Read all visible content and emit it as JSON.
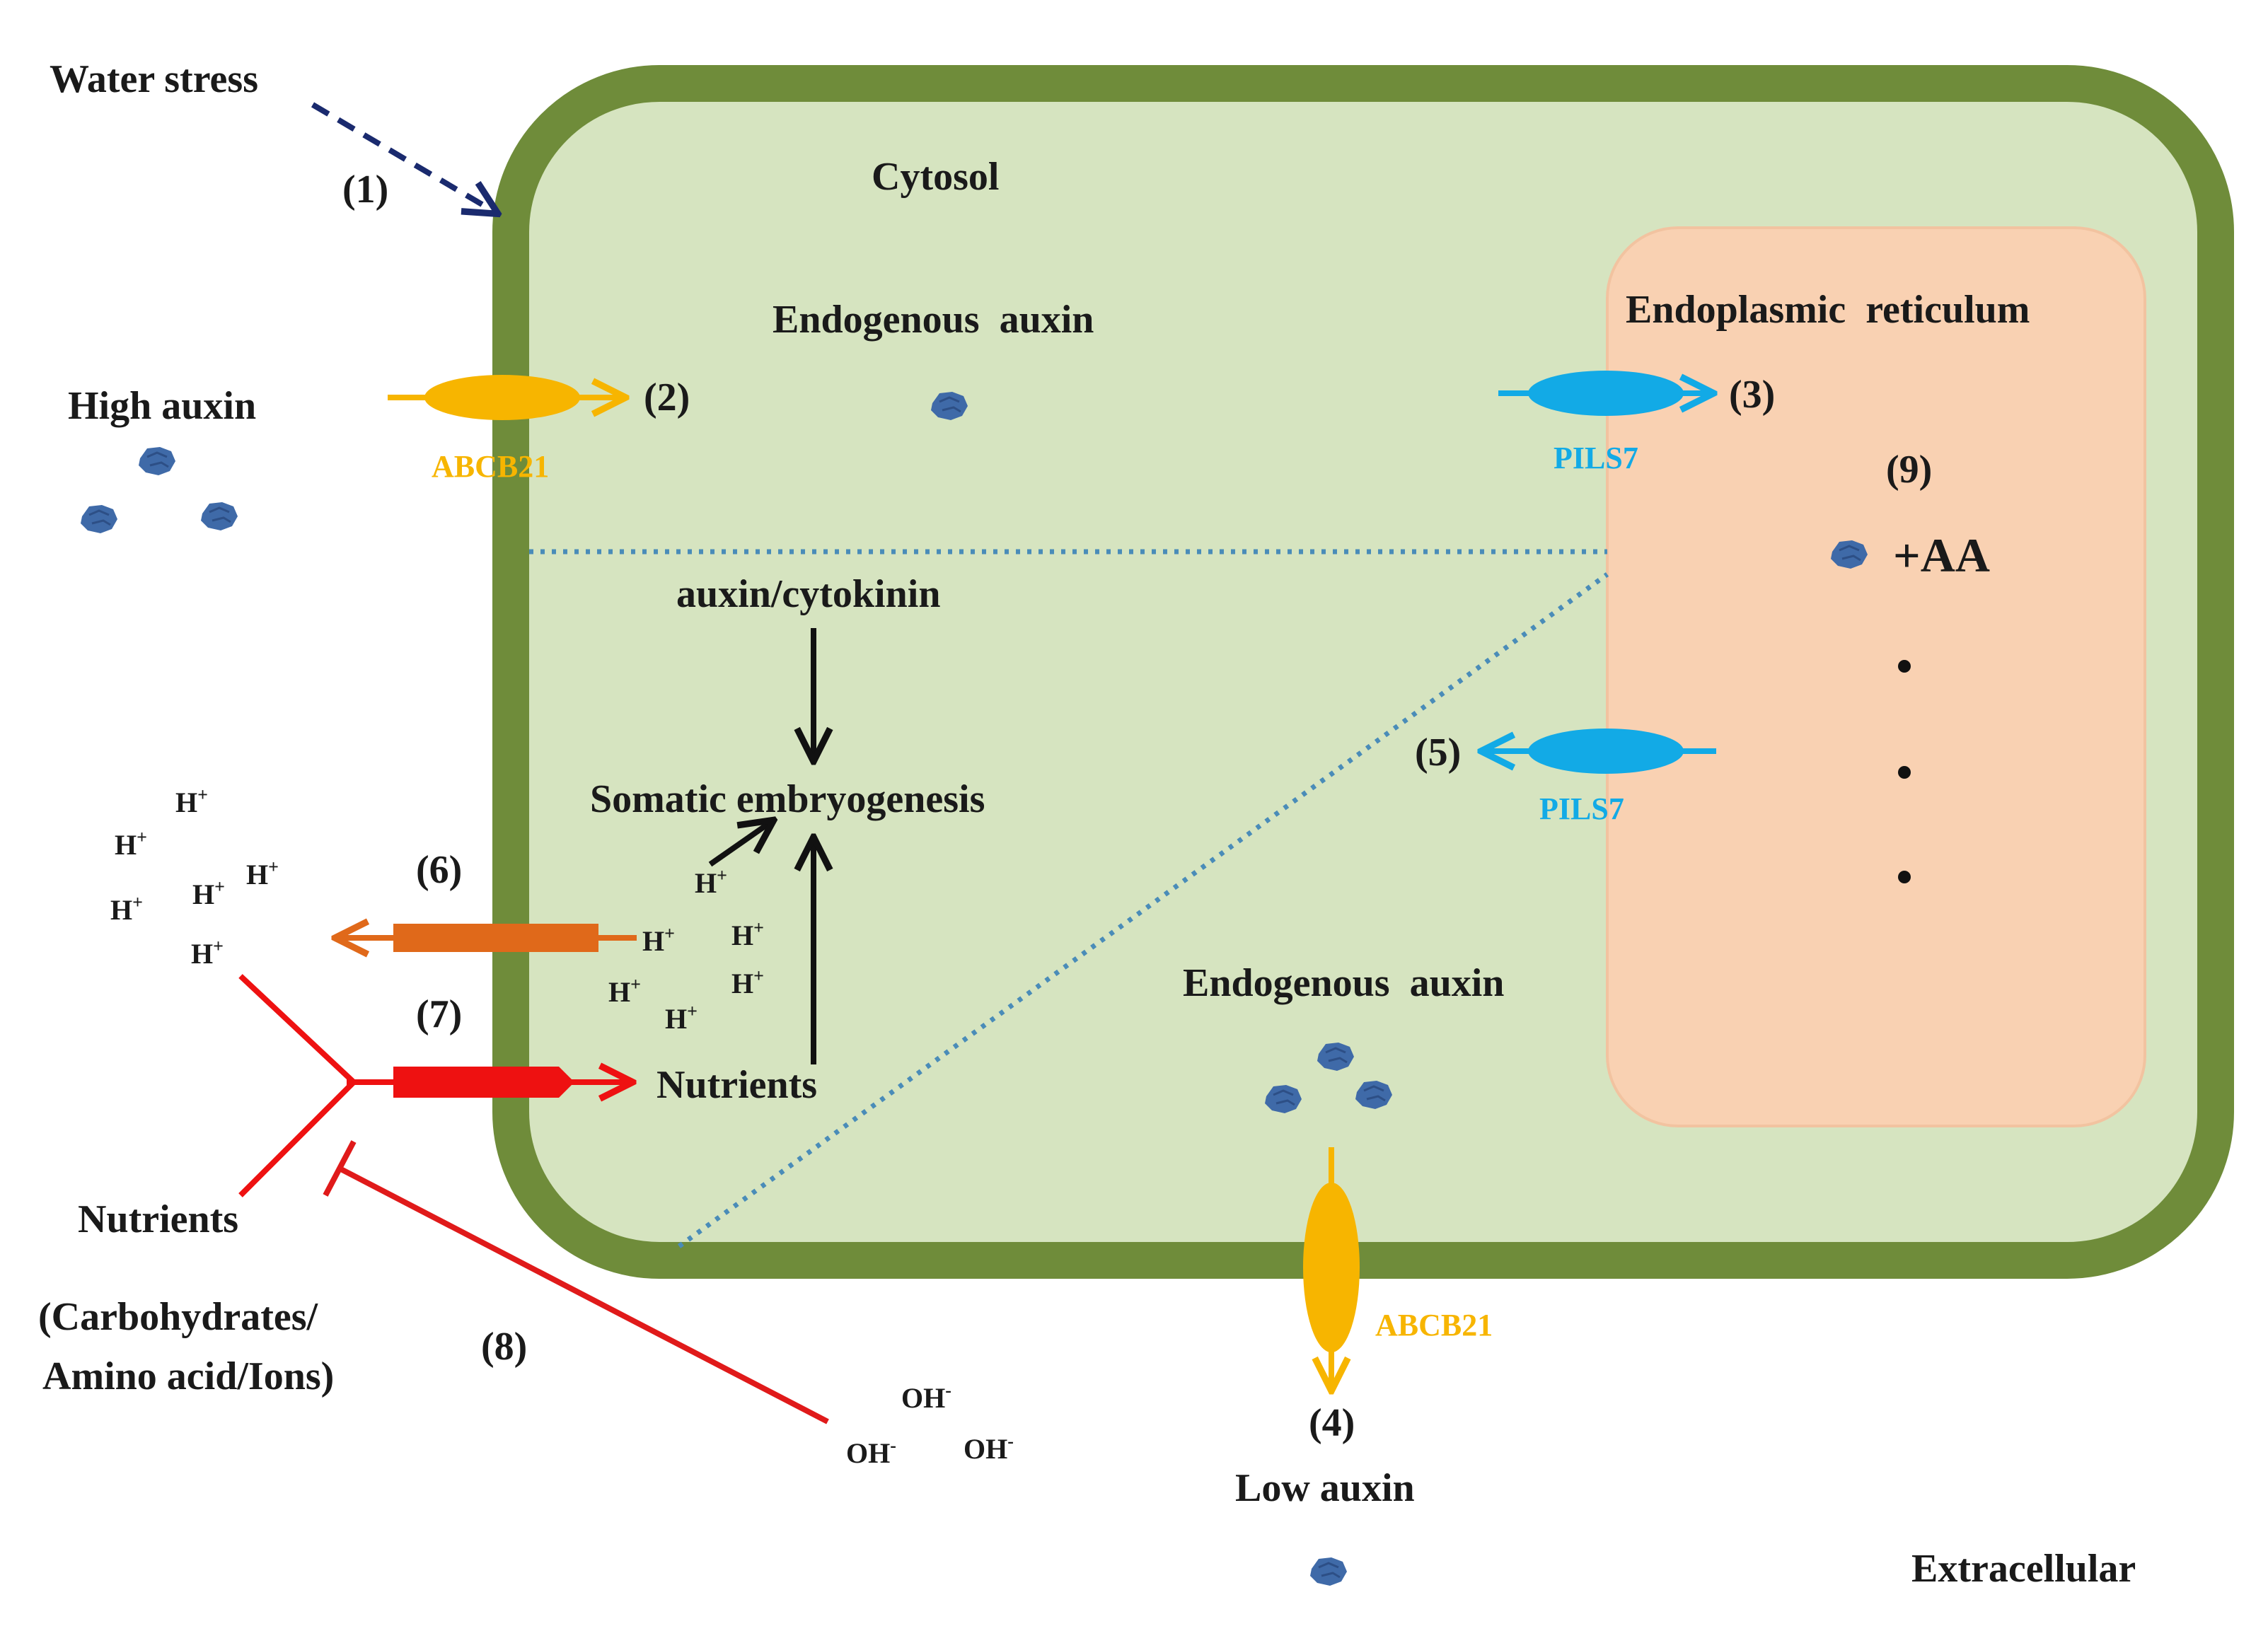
{
  "labels": {
    "water_stress": "Water stress",
    "cytosol": "Cytosol",
    "endogenous_auxin_top": "Endogenous  auxin",
    "endoplasmic_reticulum": "Endoplasmic  reticulum",
    "high_auxin": "High auxin",
    "abcb21_top": "ABCB21",
    "pils7_top": "PILS7",
    "aa": "+AA",
    "auxin_cytokinin": "auxin/cytokinin",
    "somatic_embryogenesis": "Somatic embryogenesis",
    "pils7_bottom": "PILS7",
    "endogenous_auxin_bottom": "Endogenous  auxin",
    "nutrients_inside": "Nutrients",
    "nutrients_outside": "Nutrients",
    "nutrients_detail_1": "(Carbohydrates/",
    "nutrients_detail_2": "Amino acid/Ions)",
    "abcb21_bottom": "ABCB21",
    "low_auxin": "Low auxin",
    "extracellular": "Extracellular"
  },
  "steps": {
    "s1": "(1)",
    "s2": "(2)",
    "s3": "(3)",
    "s4": "(4)",
    "s5": "(5)",
    "s6": "(6)",
    "s7": "(7)",
    "s8": "(8)",
    "s9": "(9)"
  },
  "ions": {
    "h": "H",
    "h_charge": "+",
    "oh": "OH",
    "oh_charge": "-"
  },
  "colors": {
    "cell_wall": "#6f8c3a",
    "cytosol_fill": "#d6e4c0",
    "er_fill": "#f9d1b2",
    "er_stroke": "#f2c3a0",
    "abcb21": "#f7b500",
    "pils7": "#12aae6",
    "proton_pump": "#e0691a",
    "nutrient_transporter": "#ee1111",
    "inhibition_line": "#e01a1a",
    "auxin_molecule": "#3f6aa8",
    "dashed_arrow": "#1a2a6e",
    "dotted_divider": "#4a8cb8"
  }
}
